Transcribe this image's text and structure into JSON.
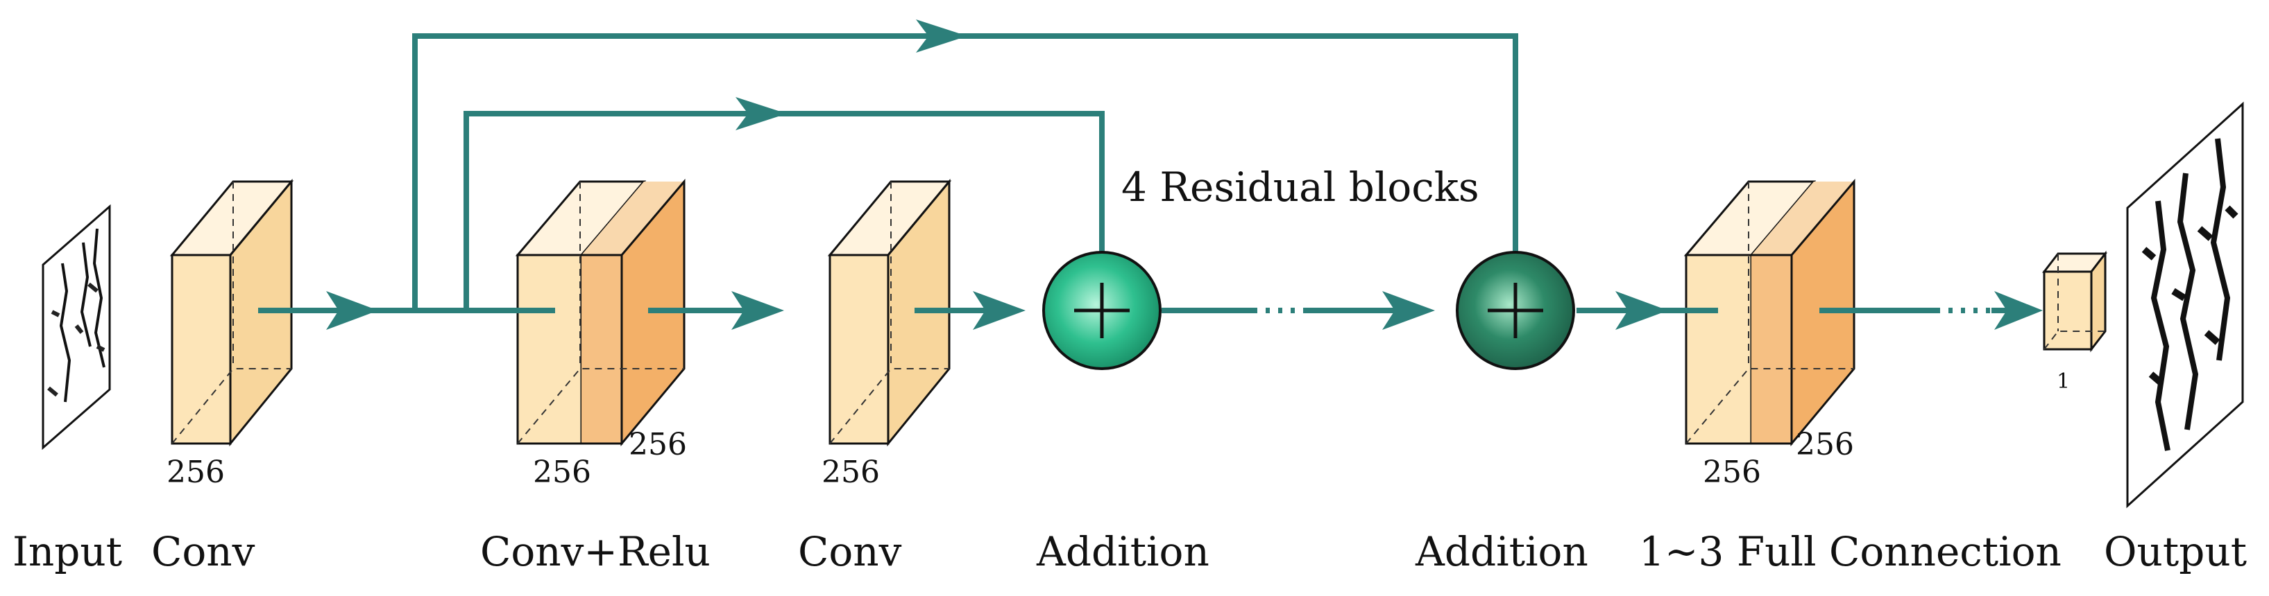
{
  "labels": {
    "input": "Input",
    "conv1": "Conv",
    "conv_relu": "Conv+Relu",
    "conv2": "Conv",
    "addition1": "Addition",
    "addition2": "Addition",
    "full_connection": "1~3 Full Connection",
    "output": "Output",
    "residual_blocks": "4 Residual blocks"
  },
  "dims": {
    "conv1_depth": "256",
    "conv_relu_depth": "256",
    "conv_relu_width": "256",
    "conv2_depth": "256",
    "fc_depth": "256",
    "fc_width": "256",
    "output_unit": "1"
  },
  "colors": {
    "connector": "#2c7f7a",
    "block_front": "#fde5b8",
    "block_orange": "#f6c083",
    "addition1_node": "#2fc08f",
    "addition2_node": "#2e8a68"
  },
  "icons": {
    "add_node": "plus-circle-icon",
    "arrow": "arrow-right-icon"
  }
}
